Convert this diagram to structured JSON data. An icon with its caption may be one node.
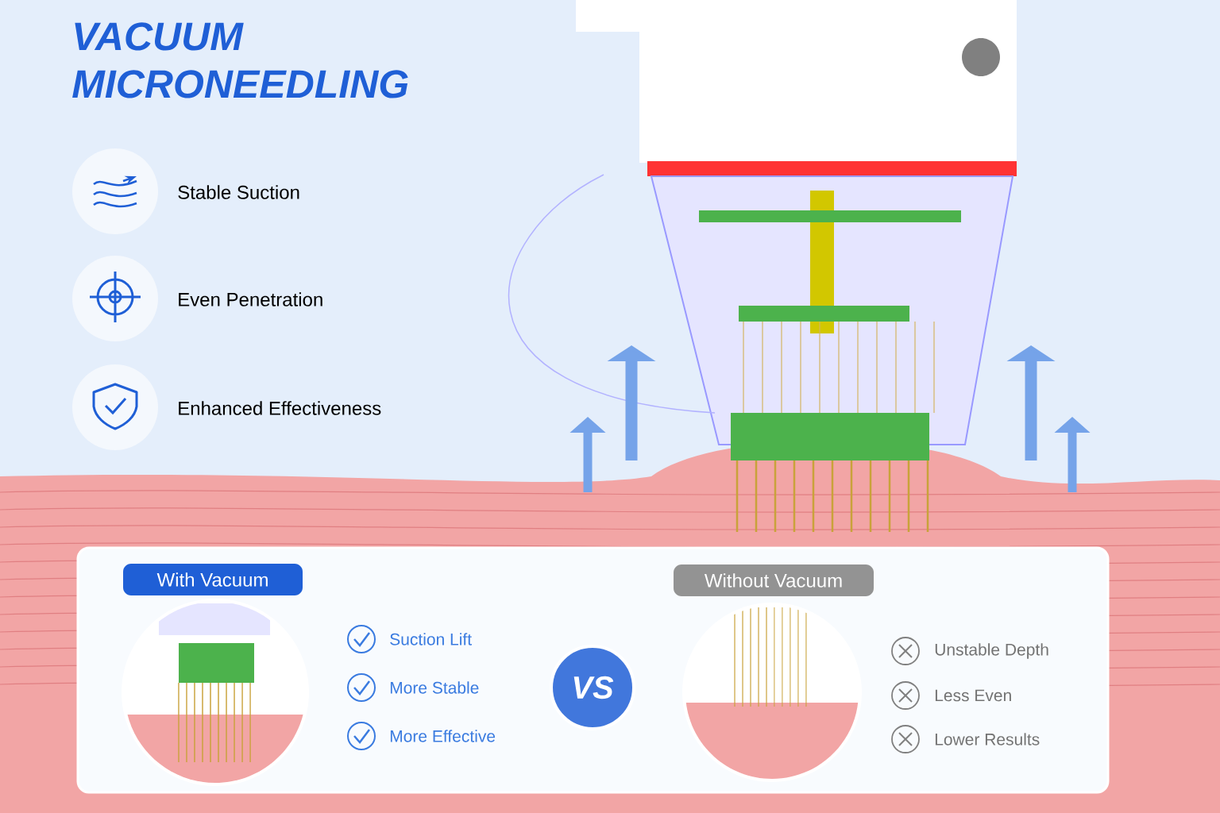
{
  "diagram": {
    "title": "VACUUM MICRONEEDLING",
    "nodes": [
      {
        "text": [
          "With Vacuum"
        ]
      },
      {
        "text": [
          "Without Vacuum"
        ]
      },
      {
        "text": [
          "VS"
        ]
      }
    ],
    "labels": [
      "Stable Suction",
      "Even Penetration",
      "Enhanced Effectiveness",
      "Suction Lift",
      "More Stable",
      "More Effective",
      "Unstable Depth",
      "Less Even",
      "Lower Results"
    ]
  }
}
